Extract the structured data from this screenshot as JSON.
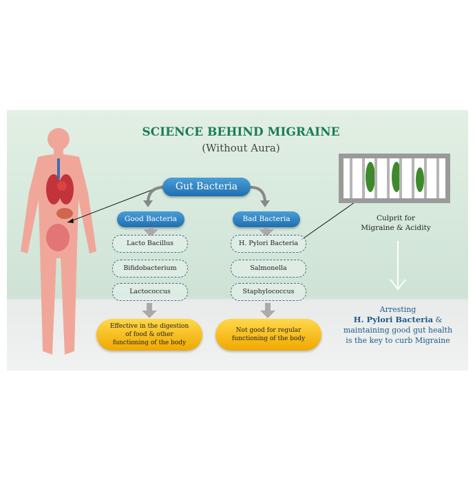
{
  "title": "SCIENCE BEHIND MIGRAINE",
  "subtitle": "(Without Aura)",
  "root": "Gut Bacteria",
  "good": {
    "label": "Good Bacteria",
    "items": [
      "Lacto Bacillus",
      "Bifidobacterium",
      "Lactococcus"
    ],
    "result": "Effective in the digestion of food & other functioning of the body"
  },
  "bad": {
    "label": "Bad Bacteria",
    "items": [
      "H. Pylori Bacteria",
      "Salmonella",
      "Staphylococcus"
    ],
    "result": "Not good for regular functioning of the body"
  },
  "culprit": {
    "line1": "Culprit for",
    "line2": "Migraine & Acidity"
  },
  "conclusion": {
    "line1": "Arresting",
    "bold": "H. Pylori Bacteria",
    "amp": " &",
    "line3": "maintaining good gut health",
    "line4": "is the key to curb Migraine"
  },
  "colors": {
    "title": "#1b7c5a",
    "pill": "#1e6fb0",
    "result": "#f0a800",
    "conclusion": "#1e5a8a"
  }
}
